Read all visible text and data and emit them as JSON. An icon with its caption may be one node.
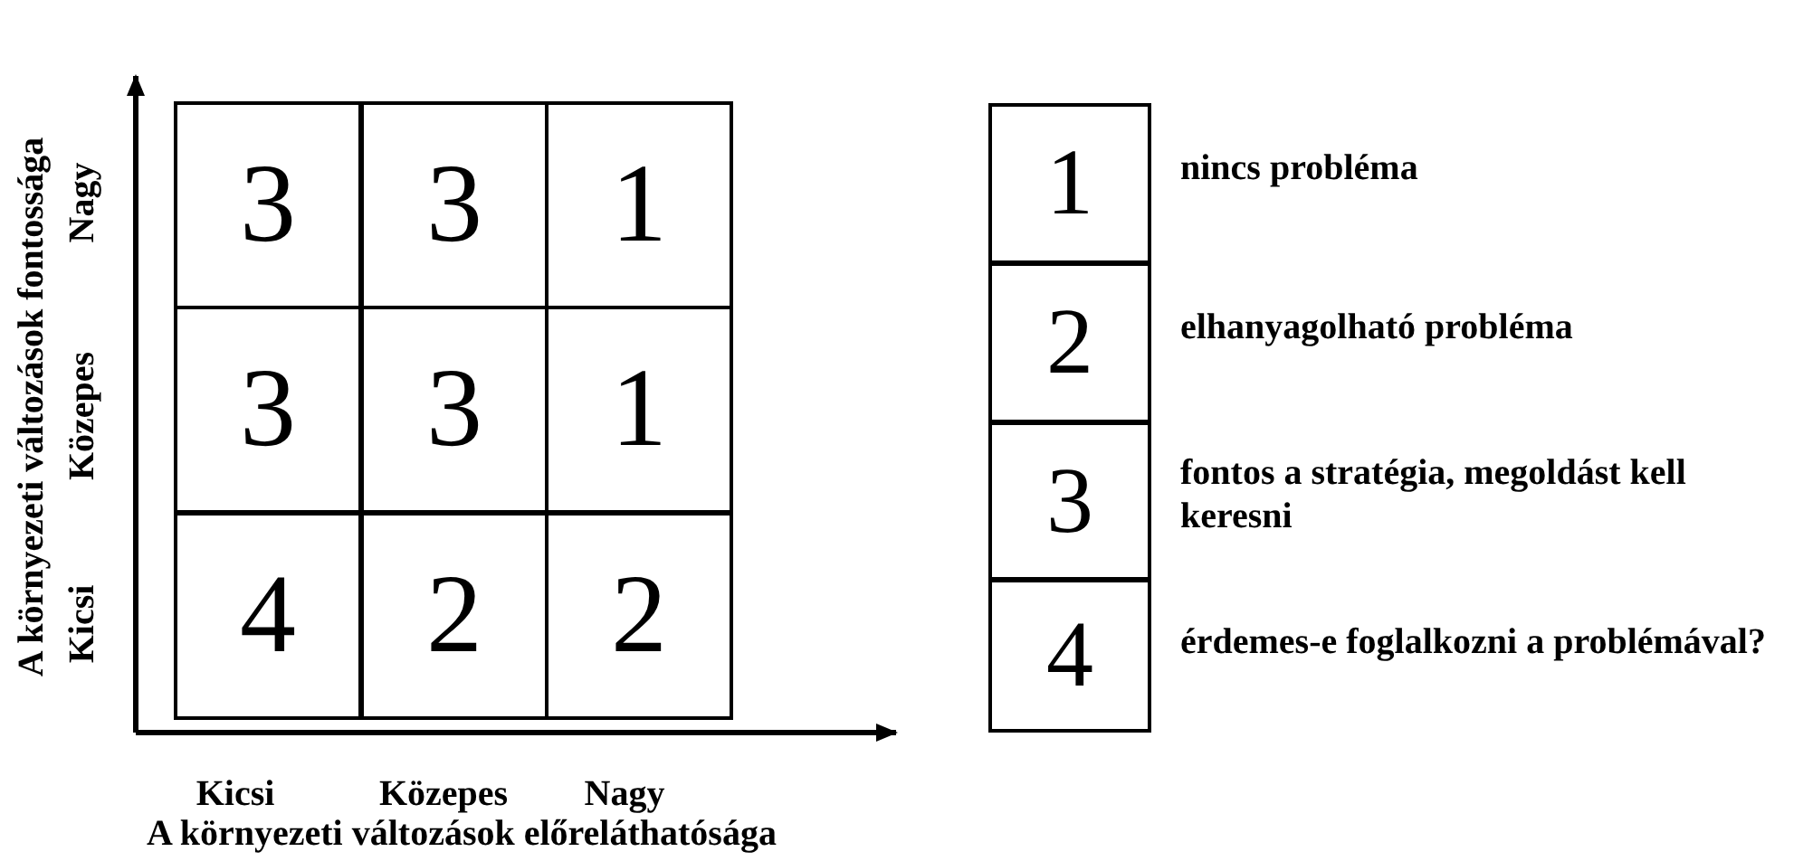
{
  "diagram": {
    "labels": [
      "A környezeti változások fontossága",
      "Nagy",
      "Közepes",
      "Kicsi",
      "3",
      "3",
      "1",
      "3",
      "3",
      "1",
      "4",
      "2",
      "2",
      "1",
      "nincs probléma",
      "2",
      "elhanyagolható probléma",
      "3",
      "fontos a stratégia, megoldást kell keresni",
      "4",
      "érdemes-e foglalkozni a problémával?",
      "Kicsi",
      "Közepes",
      "Nagy",
      "A környezeti változások előreláthatósága"
    ]
  }
}
